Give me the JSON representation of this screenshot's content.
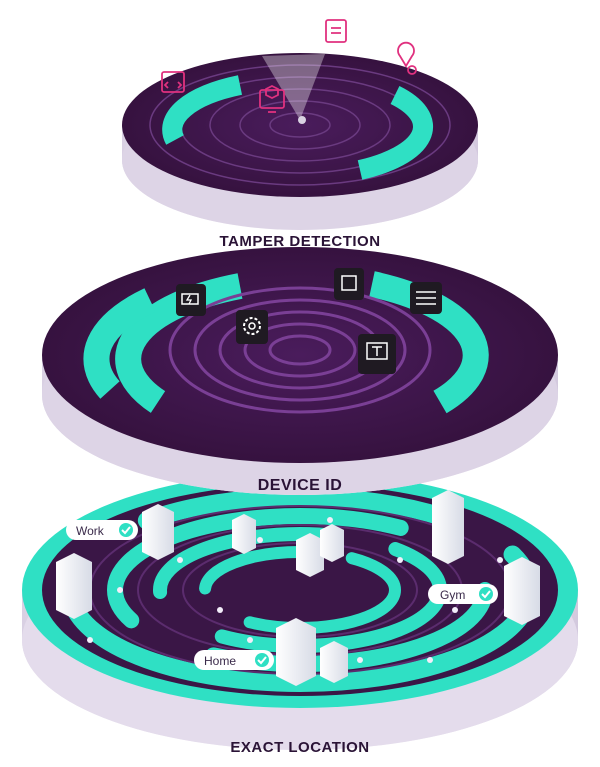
{
  "layers": {
    "tamper": {
      "label": "TAMPER DETECTION"
    },
    "device": {
      "label": "DEVICE ID"
    },
    "location": {
      "label": "EXACT LOCATION"
    }
  },
  "pins": {
    "work": "Work",
    "gym": "Gym",
    "home": "Home"
  },
  "colors": {
    "teal": "#2fe0c4",
    "purple_dark": "#3b1648",
    "purple_mid": "#5a2a6d",
    "rim": "#ece6f2",
    "icon_pink": "#e0317f"
  },
  "icons": {
    "tamper": [
      "code-window-icon",
      "monitor-box-icon",
      "printer-icon",
      "location-blocked-icon"
    ],
    "device": [
      "battery-icon",
      "gear-icon",
      "screen-frame-icon",
      "settings-sliders-icon",
      "chat-text-icon"
    ]
  }
}
